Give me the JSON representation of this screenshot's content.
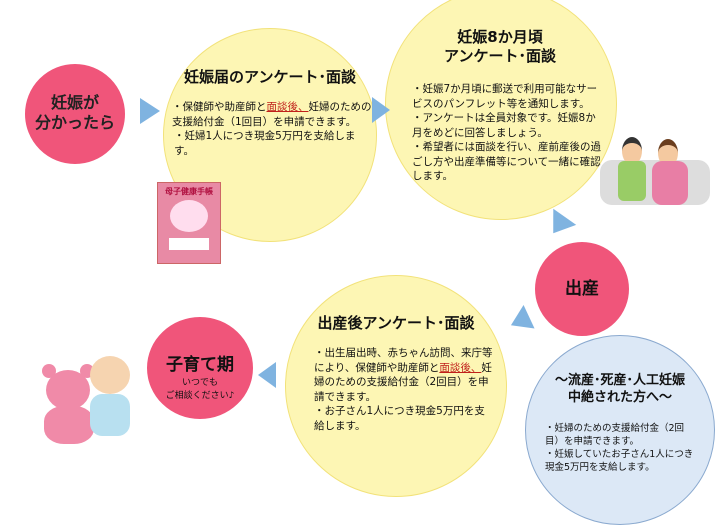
{
  "start": {
    "label": "妊娠が\n分かったら"
  },
  "step1": {
    "title": "妊娠届のアンケート･面談",
    "b1_pre": "・保健師や助産師と",
    "b1_red": "面談後、",
    "b1_post": "妊婦のための支援給付金（1回目）を申請できます。",
    "b2": "・妊婦1人につき現金5万円を支給します。",
    "notebook": "母子健康手帳"
  },
  "step2": {
    "title1": "妊娠8か月頃",
    "title2": "アンケート･面談",
    "b1": "・妊娠7か月頃に郵送で利用可能なサービスのパンフレット等を通知します。",
    "b2": "・アンケートは全員対象です。妊娠8か月をめどに回答しましょう。",
    "b3": "・希望者には面談を行い、産前産後の過ごし方や出産準備等について一緒に確認します。"
  },
  "birth": {
    "label": "出産"
  },
  "step3": {
    "title": "出産後アンケート･面談",
    "b1_pre": "・出生届出時、赤ちゃん訪問、来庁等により、保健師や助産師と",
    "b1_red": "面談後、",
    "b1_post": "妊婦のための支援給付金（2回目）を申請できます。",
    "b2": "・お子さん1人につき現金5万円を支給します。"
  },
  "loss": {
    "title1": "～流産･死産･人工妊娠",
    "title2": "中絶された方へ～",
    "b1": "・妊婦のための支援給付金（2回目）を申請できます。",
    "b2": "・妊娠していたお子さん1人につき現金5万円を支給します。"
  },
  "childcare": {
    "label": "子育て期",
    "sub1": "いつでも",
    "sub2": "ご相談ください♪"
  },
  "colors": {
    "pink": "#f0557a",
    "yellow": "#fdf6b4",
    "blue": "#dce8f6",
    "arrow": "#7fb3e0",
    "emphasis": "#c0201a"
  }
}
